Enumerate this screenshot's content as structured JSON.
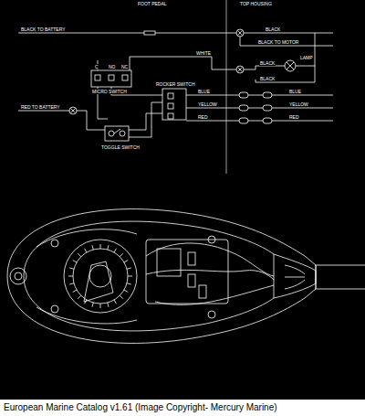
{
  "diagram": {
    "caption": "European Marine Catalog v1.61 (Image Copyright- Mercury Marine)",
    "labels": [
      "FOOT PEDAL",
      "TOP HOUSING",
      "BLACK TO BATTERY",
      "BLACK",
      "BLACK TO MOTOR",
      "BLACK",
      "LAMP",
      "BLACK",
      "WHITE",
      "C",
      "NO",
      "NC",
      "MICRO SWITCH",
      "ROCKER SWITCH",
      "BLUE",
      "YELLOW",
      "RED",
      "BLUE",
      "YELLOW",
      "RED",
      "RED TO BATTERY",
      "TOGGLE SWITCH"
    ]
  }
}
